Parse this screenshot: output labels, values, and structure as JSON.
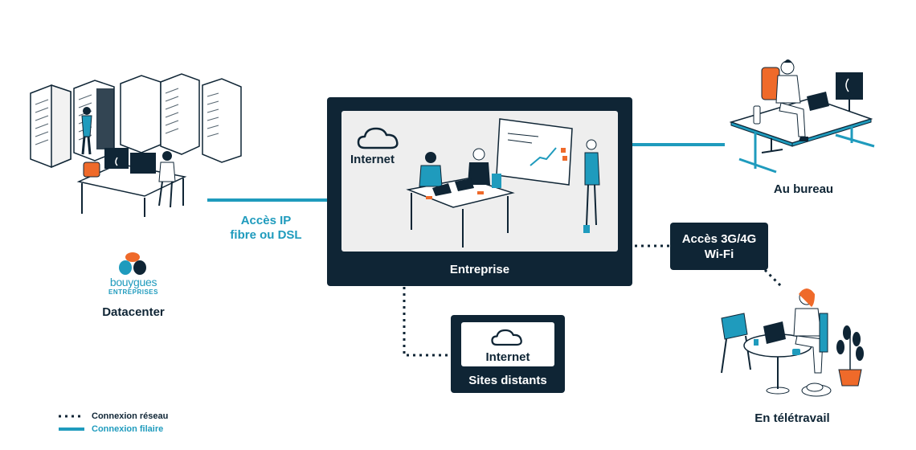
{
  "nodes": {
    "datacenter": {
      "label": "Datacenter"
    },
    "brand": {
      "name": "bouygues",
      "sub": "ENTREPRISES"
    },
    "enterprise": {
      "label": "Entreprise",
      "inner_label": "Internet"
    },
    "office": {
      "label": "Au bureau"
    },
    "remote_sites": {
      "label": "Sites distants",
      "inner_label": "Internet"
    },
    "mobile": {
      "line1": "Accès 3G/4G",
      "line2": "Wi-Fi"
    },
    "telework": {
      "label": "En télétravail"
    }
  },
  "links": {
    "ip_access_line1": "Accès IP",
    "ip_access_line2": "fibre ou DSL"
  },
  "legend": {
    "network": "Connexion réseau",
    "wired": "Connexion filaire"
  },
  "colors": {
    "dark": "#0f2535",
    "teal": "#1f9bbd",
    "orange": "#ef6a2a",
    "panel": "#eeeeee"
  }
}
